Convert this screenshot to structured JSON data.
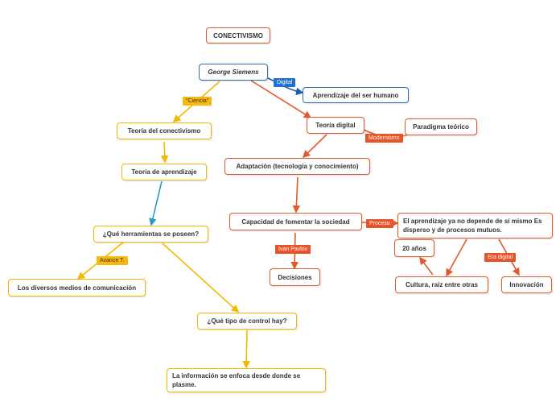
{
  "nodes": {
    "conectivismo": "CONECTIVISMO",
    "george_siemens": "George Siemens",
    "aprendizaje_ser_humano": "Aprendizaje del ser humano",
    "teoria_digital": "Teoría digital",
    "paradigma_teorico": "Paradigma teórico",
    "teoria_conectivismo": "Teoría del conectivismo",
    "teoria_aprendizaje": "Teoría de aprendizaje",
    "adaptacion": "Adaptación (tecnología y conocimiento)",
    "capacidad": "Capacidad de fomentar  la sociedad",
    "aprendizaje_no_depende": "El aprendizaje ya no depende de sí mismo Es disperso y de procesos mutuos.",
    "herramientas": "¿Qué herramientas se poseen?",
    "veinte_anos": "20 años",
    "decisiones": "Decisiones",
    "cultura": "Cultura, raíz entre otras",
    "innovacion": "Innovación",
    "medios": "Los diversos medios de comunicación",
    "tipo_control": "¿Qué tipo de control hay?",
    "informacion": "La información se enfoca desde donde se plasme."
  },
  "labels": {
    "digital": "Digital",
    "ciencia": "\"Ciencia\"",
    "modernismo": "Modernismo",
    "proceso": "Proceso",
    "ivan_pavlov": "Ivan Pavlov",
    "era_digital": "Era digital",
    "avance": "Avance T."
  },
  "colors": {
    "red": "#e05a2b",
    "blue": "#2b6fb5",
    "yellow": "#f5b800",
    "teal": "#2a9ac9"
  }
}
